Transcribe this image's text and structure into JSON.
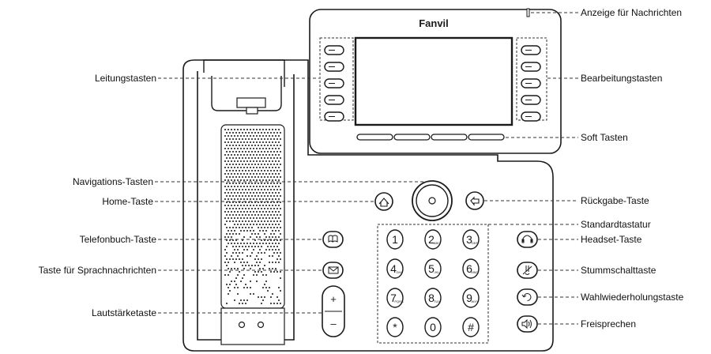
{
  "brand": "Fanvil",
  "labels_left": {
    "line_keys": "Leitungstasten",
    "navigation_keys": "Navigations-Tasten",
    "home_key": "Home-Taste",
    "phonebook_key": "Telefonbuch-Taste",
    "voicemail_key": "Taste für Sprachnachrichten",
    "volume_key": "Lautstärketaste"
  },
  "labels_right": {
    "message_indicator": "Anzeige für Nachrichten",
    "edit_keys": "Bearbeitungstasten",
    "soft_keys": "Soft Tasten",
    "back_key": "Rückgabe-Taste",
    "standard_keypad": "Standardtastatur",
    "headset_key": "Headset-Taste",
    "mute_key": "Stummschalttaste",
    "redial_key": "Wahlwiederholungstaste",
    "speaker_key": "Freisprechen"
  },
  "keypad": {
    "keys": [
      {
        "digit": "1",
        "letters": ""
      },
      {
        "digit": "2",
        "letters": "ABC"
      },
      {
        "digit": "3",
        "letters": "DEF"
      },
      {
        "digit": "4",
        "letters": "GHI"
      },
      {
        "digit": "5",
        "letters": "JKL"
      },
      {
        "digit": "6",
        "letters": "MNO"
      },
      {
        "digit": "7",
        "letters": "PQRS"
      },
      {
        "digit": "8",
        "letters": "TUV"
      },
      {
        "digit": "9",
        "letters": "WXY"
      },
      {
        "digit": "*",
        "letters": ""
      },
      {
        "digit": "0",
        "letters": ""
      },
      {
        "digit": "#",
        "letters": ""
      }
    ]
  },
  "volume": {
    "plus": "+",
    "minus": "–"
  },
  "colors": {
    "line": "#1a1a1a",
    "fill": "#ffffff",
    "dash": "#333333"
  }
}
